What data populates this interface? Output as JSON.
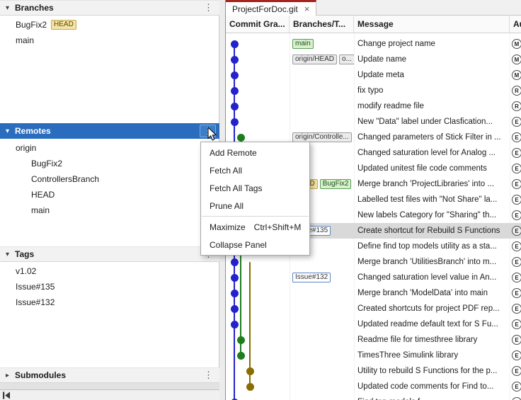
{
  "colors": {
    "accent_blue": "#2a6dbe",
    "tab_accent_red": "#a2261d",
    "graph_blue": "#2323cb",
    "graph_green": "#1e7d1e",
    "graph_olive": "#8a6d00",
    "selected_row": "#d9d9d9"
  },
  "icons": {
    "expanded": "▾",
    "collapsed": "▸",
    "kebab": "⋮",
    "close": "×"
  },
  "left_panel": {
    "branches": {
      "title": "Branches",
      "items": [
        {
          "label": "BugFix2",
          "badge": "HEAD"
        },
        {
          "label": "main"
        }
      ]
    },
    "remotes": {
      "title": "Remotes",
      "items": [
        {
          "label": "origin",
          "indent": 0
        },
        {
          "label": "BugFix2",
          "indent": 1
        },
        {
          "label": "ControllersBranch",
          "indent": 1
        },
        {
          "label": "HEAD",
          "indent": 1
        },
        {
          "label": "main",
          "indent": 1
        }
      ]
    },
    "tags": {
      "title": "Tags",
      "items": [
        {
          "label": "v1.02"
        },
        {
          "label": "Issue#135"
        },
        {
          "label": "Issue#132"
        }
      ]
    },
    "submodules": {
      "title": "Submodules"
    }
  },
  "context_menu": {
    "items": [
      {
        "label": "Add Remote"
      },
      {
        "label": "Fetch All"
      },
      {
        "label": "Fetch All Tags"
      },
      {
        "label": "Prune All"
      },
      {
        "separator": true
      },
      {
        "label": "Maximize",
        "shortcut": "Ctrl+Shift+M"
      },
      {
        "label": "Collapse Panel"
      }
    ]
  },
  "document": {
    "tab": {
      "title": "ProjectForDoc.git"
    },
    "columns": [
      "Commit Gra...",
      "Branches/T...",
      "Message",
      "Au..."
    ],
    "rows": [
      {
        "message": "Change project name",
        "author": "M",
        "dot": "blue",
        "badges": [
          {
            "text": "main",
            "type": "green"
          }
        ]
      },
      {
        "message": "Update name",
        "author": "M",
        "dot": "blue",
        "badges": [
          {
            "text": "origin/HEAD",
            "type": "gray"
          },
          {
            "text": "o...",
            "type": "gray"
          }
        ]
      },
      {
        "message": "Update meta",
        "author": "M",
        "dot": "blue"
      },
      {
        "message": "fix typo",
        "author": "R",
        "dot": "blue"
      },
      {
        "message": "modify readme file",
        "author": "R",
        "dot": "blue"
      },
      {
        "message": "New \"Data\" label under Clasfication...",
        "author": "E",
        "dot": "blue"
      },
      {
        "message": "Changed parameters of Stick Filter in ...",
        "author": "E",
        "dot": "green",
        "badges": [
          {
            "text": "origin/Controlle...",
            "type": "gray"
          }
        ]
      },
      {
        "message": "Changed saturation level for Analog ...",
        "author": "E",
        "dot": "blue"
      },
      {
        "message": "Updated unitest file code comments",
        "author": "E",
        "dot": "blue"
      },
      {
        "message": "Merge branch 'ProjectLibraries' into ...",
        "author": "E",
        "dot": "blue",
        "badges": [
          {
            "text": "HEAD",
            "type": "yellow"
          },
          {
            "text": "BugFix2",
            "type": "green"
          }
        ]
      },
      {
        "message": "Labelled test files with \"Not Share\" la...",
        "author": "E",
        "dot": "blue"
      },
      {
        "message": "New labels Category for \"Sharing\" th...",
        "author": "E",
        "dot": "blue"
      },
      {
        "message": "Create shortcut for Rebuild S Functions",
        "author": "E",
        "dot": "blue",
        "selected": true,
        "badges": [
          {
            "text": "Issue#135",
            "type": "blue"
          }
        ]
      },
      {
        "message": "Define find top models utility as a sta...",
        "author": "E",
        "dot": "blue"
      },
      {
        "message": "Merge branch 'UtilitiesBranch' into m...",
        "author": "E",
        "dot": "blue"
      },
      {
        "message": "Changed saturation level value in An...",
        "author": "E",
        "dot": "blue",
        "badges": [
          {
            "text": "Issue#132",
            "type": "blue"
          }
        ]
      },
      {
        "message": "Merge branch 'ModelData' into main",
        "author": "E",
        "dot": "blue"
      },
      {
        "message": "Created shortcuts for project PDF rep...",
        "author": "E",
        "dot": "blue"
      },
      {
        "message": "Updated readme default text for S Fu...",
        "author": "E",
        "dot": "blue"
      },
      {
        "message": "Readme file for timesthree library",
        "author": "E",
        "dot": "green"
      },
      {
        "message": "TimesThree Simulink library",
        "author": "E",
        "dot": "green"
      },
      {
        "message": "Utility to rebuild S Functions for the p...",
        "author": "E",
        "dot": "olive"
      },
      {
        "message": "Updated code comments for Find to...",
        "author": "E",
        "dot": "olive"
      },
      {
        "message": "Find top models f...",
        "author": "E",
        "dot": "blue"
      }
    ]
  }
}
